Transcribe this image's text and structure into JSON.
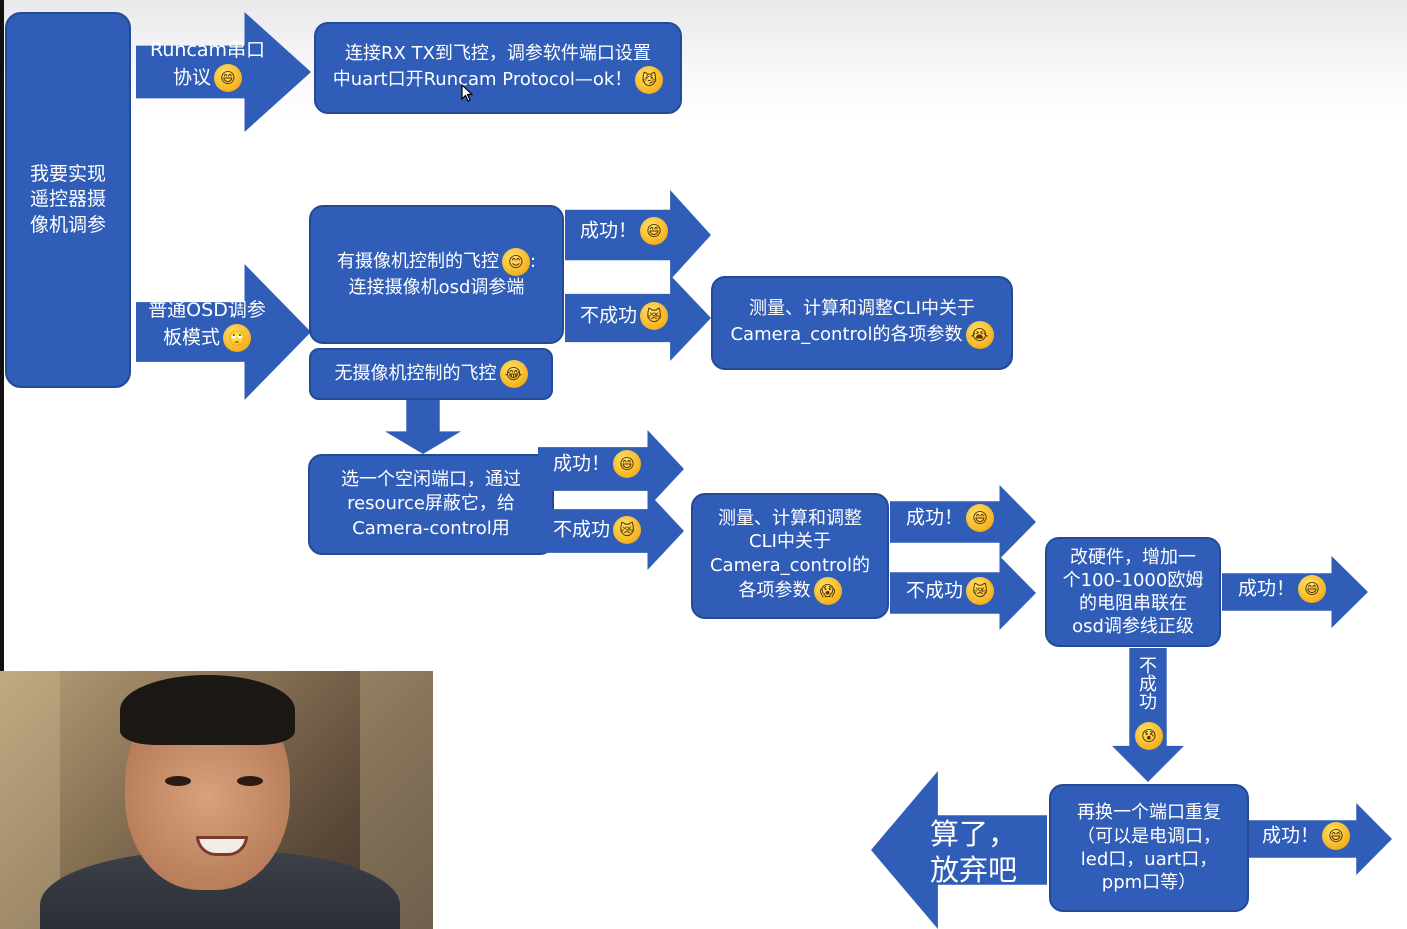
{
  "root_box": "我要实现遥控器摄像机调参",
  "branch1": {
    "arrow_label_1": "Runcam串口",
    "arrow_label_2": "协议",
    "arrow_emoji": "😄",
    "result_1": "连接RX TX到飞控，调参软件端口设置",
    "result_2": "中uart口开Runcam Protocol—ok！",
    "result_emoji": "😼"
  },
  "branch2": {
    "arrow_label_1": "普通OSD调参",
    "arrow_label_2": "板模式",
    "arrow_emoji": "🙄",
    "with_control_1": "有摄像机控制的飞控",
    "with_control_emoji": "😊",
    "with_control_colon": ":",
    "with_control_2": "连接摄像机osd调参端",
    "success": "成功！",
    "success_emoji": "😄",
    "fail": "不成功",
    "fail_emoji": "😿",
    "measure_1": "测量、计算和调整CLI中关于",
    "measure_2": "Camera_control的各项参数",
    "measure_emoji": "😭",
    "without_control": "无摄像机控制的飞控",
    "without_control_emoji": "😂"
  },
  "branch3": {
    "resource_1": "选一个空闲端口，通过",
    "resource_2": "resource屏蔽它，给",
    "resource_3": "Camera-control用",
    "success": "成功！",
    "success_emoji": "😄",
    "fail": "不成功",
    "fail_emoji": "😿",
    "measure_1": "测量、计算和调整",
    "measure_2": "CLI中关于",
    "measure_3": "Camera_control的",
    "measure_4": "各项参数",
    "measure_emoji": "😱",
    "success2": "成功！",
    "success2_emoji": "😄",
    "fail2": "不成功",
    "fail2_emoji": "😿",
    "hardware_1": "改硬件，增加一",
    "hardware_2": "个100-1000欧姆",
    "hardware_3": "的电阻串联在",
    "hardware_4": "osd调参线正级",
    "success3": "成功！",
    "success3_emoji": "😄",
    "fail3": "不成功",
    "fail3_emoji": "😰",
    "retry_1": "再换一个端口重复",
    "retry_2": "（可以是电调口，",
    "retry_3": "led口，uart口，",
    "retry_4": "ppm口等）",
    "success4": "成功！",
    "success4_emoji": "😄",
    "giveup_1": "算了，",
    "giveup_2": "放弃吧"
  }
}
